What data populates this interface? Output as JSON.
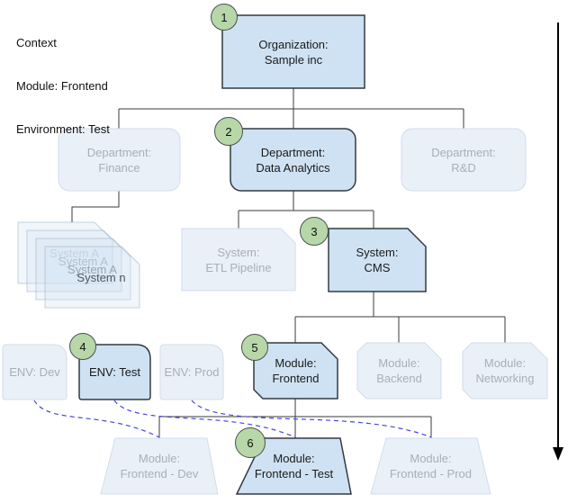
{
  "context": {
    "title": "Context",
    "line1": "Module: Frontend",
    "line2": "Environment: Test"
  },
  "colors": {
    "highlight_fill": "#cfe2f3",
    "highlight_border": "#323a42",
    "faded_fill": "#e9f0f8",
    "faded_border": "#d3dde8",
    "faded_text": "#a6b0ba",
    "badge_fill": "#b7d7a8",
    "dashed_link": "#4646dc",
    "connector": "#3a3a3a",
    "arrow": "#000000"
  },
  "nodes": {
    "organization": {
      "line1": "Organization:",
      "line2": "Sample inc",
      "badge": "1"
    },
    "dept_finance": {
      "line1": "Department:",
      "line2": "Finance"
    },
    "dept_data_analytics": {
      "line1": "Department:",
      "line2": "Data Analytics",
      "badge": "2"
    },
    "dept_rd": {
      "line1": "Department:",
      "line2": "R&D"
    },
    "system_stack": {
      "items": [
        "System A",
        "System A",
        "System A",
        "System n"
      ]
    },
    "system_etl": {
      "line1": "System:",
      "line2": "ETL Pipeline"
    },
    "system_cms": {
      "line1": "System:",
      "line2": "CMS",
      "badge": "3"
    },
    "env_dev": {
      "label": "ENV: Dev"
    },
    "env_test": {
      "label": "ENV: Test",
      "badge": "4"
    },
    "env_prod": {
      "label": "ENV: Prod"
    },
    "module_frontend": {
      "line1": "Module:",
      "line2": "Frontend",
      "badge": "5"
    },
    "module_backend": {
      "line1": "Module:",
      "line2": "Backend"
    },
    "module_networking": {
      "line1": "Module:",
      "line2": "Networking"
    },
    "deploy_dev": {
      "line1": "Module:",
      "line2": "Frontend - Dev"
    },
    "deploy_test": {
      "line1": "Module:",
      "line2": "Frontend - Test",
      "badge": "6"
    },
    "deploy_prod": {
      "line1": "Module:",
      "line2": "Frontend - Prod"
    }
  }
}
